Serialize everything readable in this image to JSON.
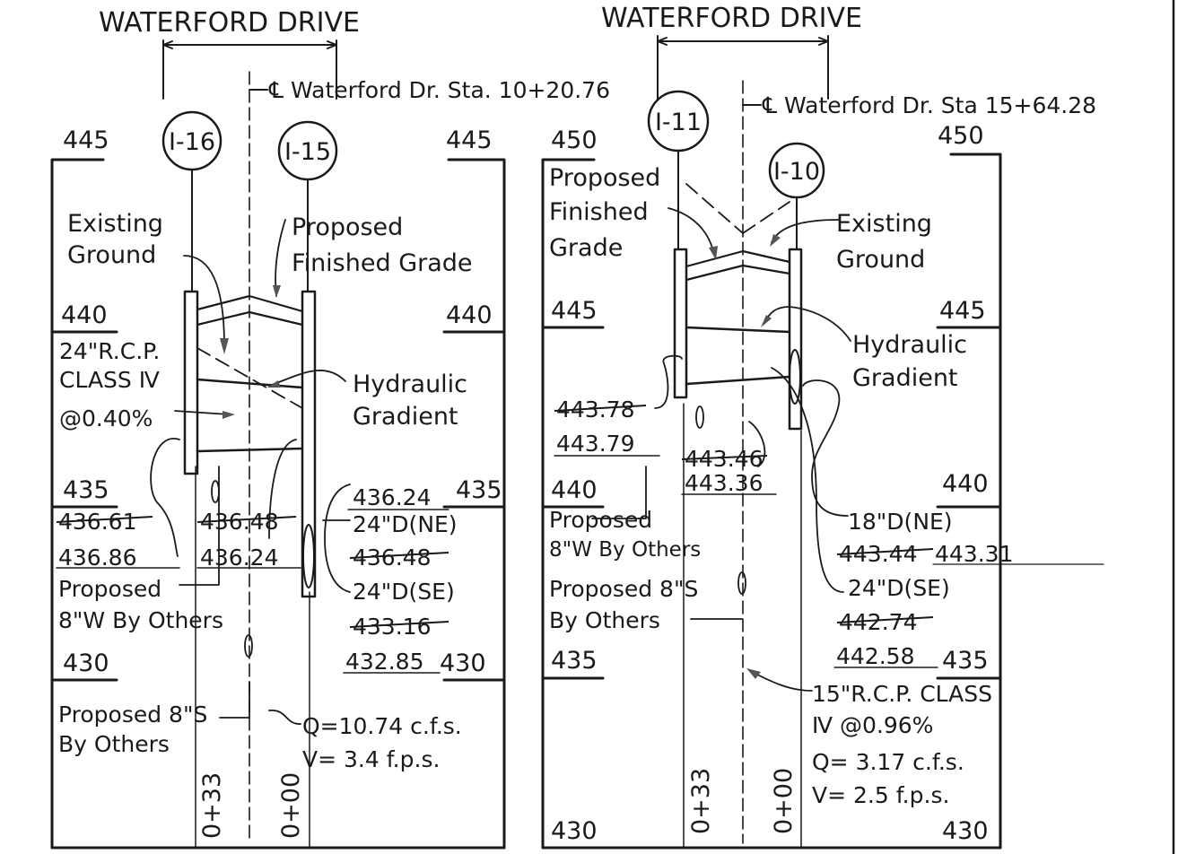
{
  "left": {
    "road_title": "WATERFORD DRIVE",
    "centerline": "℄ Waterford Dr. Sta. 10+20.76",
    "inlet_a": "I-16",
    "inlet_b": "I-15",
    "elev_top_l": "445",
    "elev_top_r": "445",
    "elev_440_l": "440",
    "elev_440_r": "440",
    "elev_435_l": "435",
    "elev_435_r": "435",
    "elev_430_l": "430",
    "elev_430_r": "430",
    "existing_ground_1": "Existing",
    "existing_ground_2": "Ground",
    "finished_grade_1": "Proposed",
    "finished_grade_2": "Finished Grade",
    "pipe_1": "24\"R.C.P.",
    "pipe_2": "CLASS Ⅳ",
    "pipe_3": "@0.40%",
    "hydraulic_1": "Hydraulic",
    "hydraulic_2": "Gradient",
    "old_inv_1": "436.61",
    "new_inv_1": "436.86",
    "old_inv_2": "436.48",
    "new_inv_2": "436.24",
    "inv_r_top": "436.24",
    "d_ne": "24\"D(NE)",
    "old_inv_ne": "436.48",
    "d_se": "24\"D(SE)",
    "old_inv_se": "433.16",
    "new_inv_se": "432.85",
    "water_1": "Proposed",
    "water_2": "8\"W By Others",
    "sewer_1": "Proposed 8\"S",
    "sewer_2": "By Others",
    "flow_q": "Q=10.74 c.f.s.",
    "flow_v": "V= 3.4 f.p.s.",
    "sta_a": "0+33",
    "sta_b": "0+00"
  },
  "right": {
    "road_title": "WATERFORD DRIVE",
    "centerline": "℄ Waterford Dr. Sta 15+64.28",
    "inlet_a": "I-11",
    "inlet_b": "I-10",
    "elev_top_l": "450",
    "elev_top_r": "450",
    "elev_445_l": "445",
    "elev_445_r": "445",
    "elev_440_l": "440",
    "elev_440_r": "440",
    "elev_435_l": "435",
    "elev_435_r": "435",
    "elev_430_l": "430",
    "elev_430_r": "430",
    "finished_grade_1": "Proposed",
    "finished_grade_2": "Finished",
    "finished_grade_3": "Grade",
    "existing_ground_1": "Existing",
    "existing_ground_2": "Ground",
    "hydraulic_1": "Hydraulic",
    "hydraulic_2": "Gradient",
    "old_inv_1": "443.78",
    "new_inv_1": "443.79",
    "old_inv_2": "443.46",
    "new_inv_2": "443.36",
    "water_1": "Proposed",
    "water_2": "8\"W By Others",
    "sewer_1": "Proposed 8\"S",
    "sewer_2": "By Others",
    "d_ne": "18\"D(NE)",
    "old_inv_ne": "443.44",
    "new_inv_ne": "443.31",
    "d_se": "24\"D(SE)",
    "old_inv_se": "442.74",
    "new_inv_se": "442.58",
    "pipe_1": "15\"R.C.P. CLASS",
    "pipe_2": "Ⅳ @0.96%",
    "flow_q": "Q= 3.17 c.f.s.",
    "flow_v": "V= 2.5 f.p.s.",
    "sta_a": "0+33",
    "sta_b": "0+00"
  }
}
